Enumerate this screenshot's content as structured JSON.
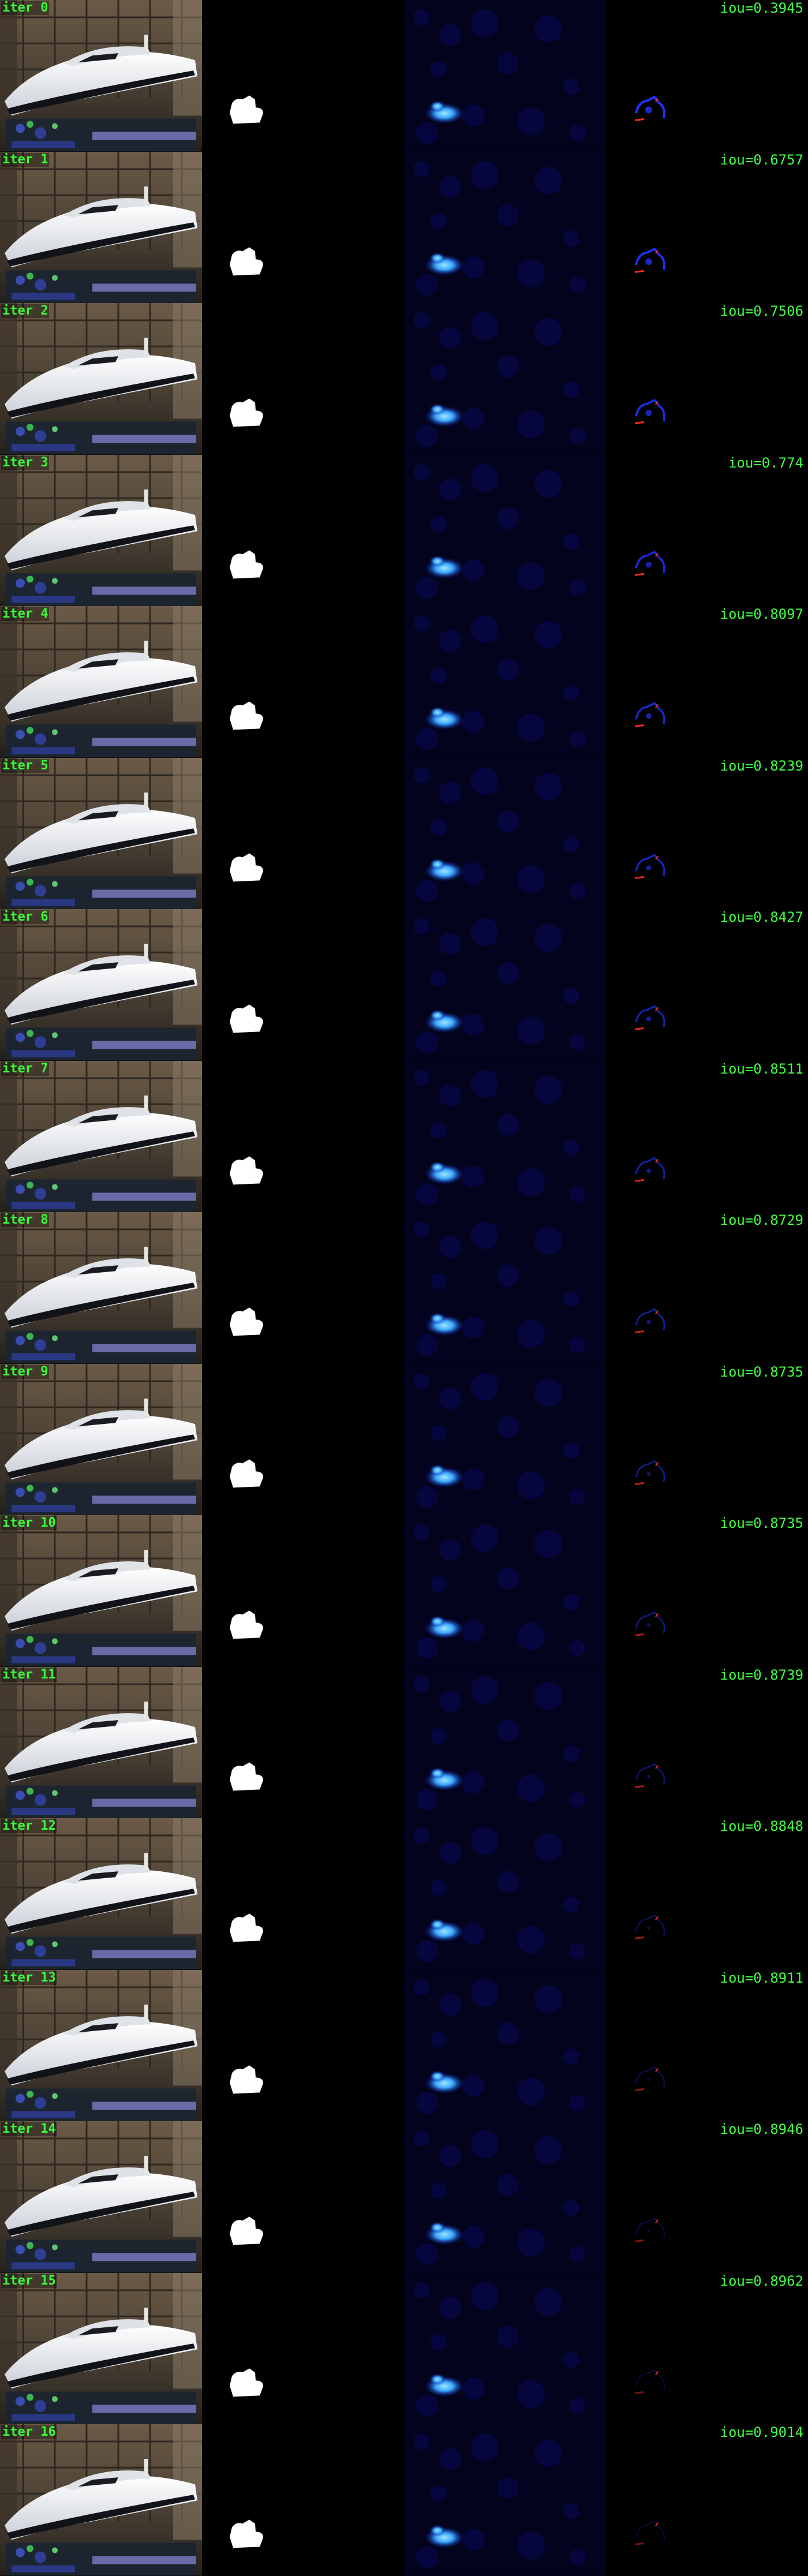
{
  "rows": [
    {
      "iteration": "iter 0",
      "iou": "iou=0.3945"
    },
    {
      "iteration": "iter 1",
      "iou": "iou=0.6757"
    },
    {
      "iteration": "iter 2",
      "iou": "iou=0.7506"
    },
    {
      "iteration": "iter 3",
      "iou": "iou=0.774"
    },
    {
      "iteration": "iter 4",
      "iou": "iou=0.8097"
    },
    {
      "iteration": "iter 5",
      "iou": "iou=0.8239"
    },
    {
      "iteration": "iter 6",
      "iou": "iou=0.8427"
    },
    {
      "iteration": "iter 7",
      "iou": "iou=0.8511"
    },
    {
      "iteration": "iter 8",
      "iou": "iou=0.8729"
    },
    {
      "iteration": "iter 9",
      "iou": "iou=0.8735"
    },
    {
      "iteration": "iter 10",
      "iou": "iou=0.8735"
    },
    {
      "iteration": "iter 11",
      "iou": "iou=0.8739"
    },
    {
      "iteration": "iter 12",
      "iou": "iou=0.8848"
    },
    {
      "iteration": "iter 13",
      "iou": "iou=0.8911"
    },
    {
      "iteration": "iter 14",
      "iou": "iou=0.8946"
    },
    {
      "iteration": "iter 15",
      "iou": "iou=0.8962"
    },
    {
      "iteration": "iter 16",
      "iou": "iou=0.9014"
    }
  ],
  "colors": {
    "label_green": "#37ff37",
    "hull": "#f4f6f8",
    "stripe": "#111318",
    "mask": "#ffffff",
    "heat_hot": "#3aa6ff",
    "heat_dim": "#0a0a5a",
    "error_blue": "#2233ff",
    "error_red": "#ff2a1a"
  }
}
